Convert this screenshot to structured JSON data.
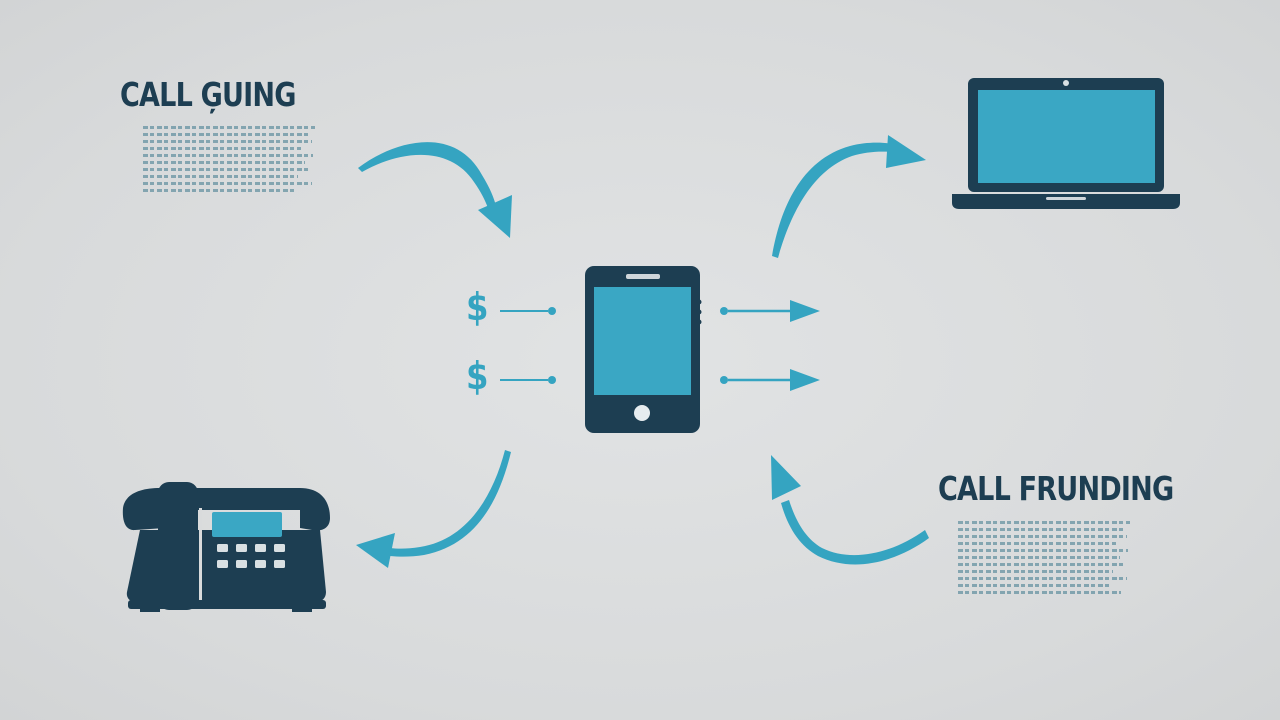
{
  "labels": {
    "top_left_title": "CALL ĢUING",
    "bottom_right_title": "CALL FRUNDING"
  },
  "symbols": {
    "dollar_1": "$",
    "dollar_2": "$"
  },
  "icons": [
    "laptop-icon",
    "smartphone-icon",
    "desk-phone-icon"
  ],
  "colors": {
    "background": "#d9dbdc",
    "navy": "#1d3e52",
    "accent": "#35a4c1",
    "screen": "#3aa7c4"
  },
  "filler_lines": {
    "top_left_count": 10,
    "bottom_right_count": 11
  }
}
